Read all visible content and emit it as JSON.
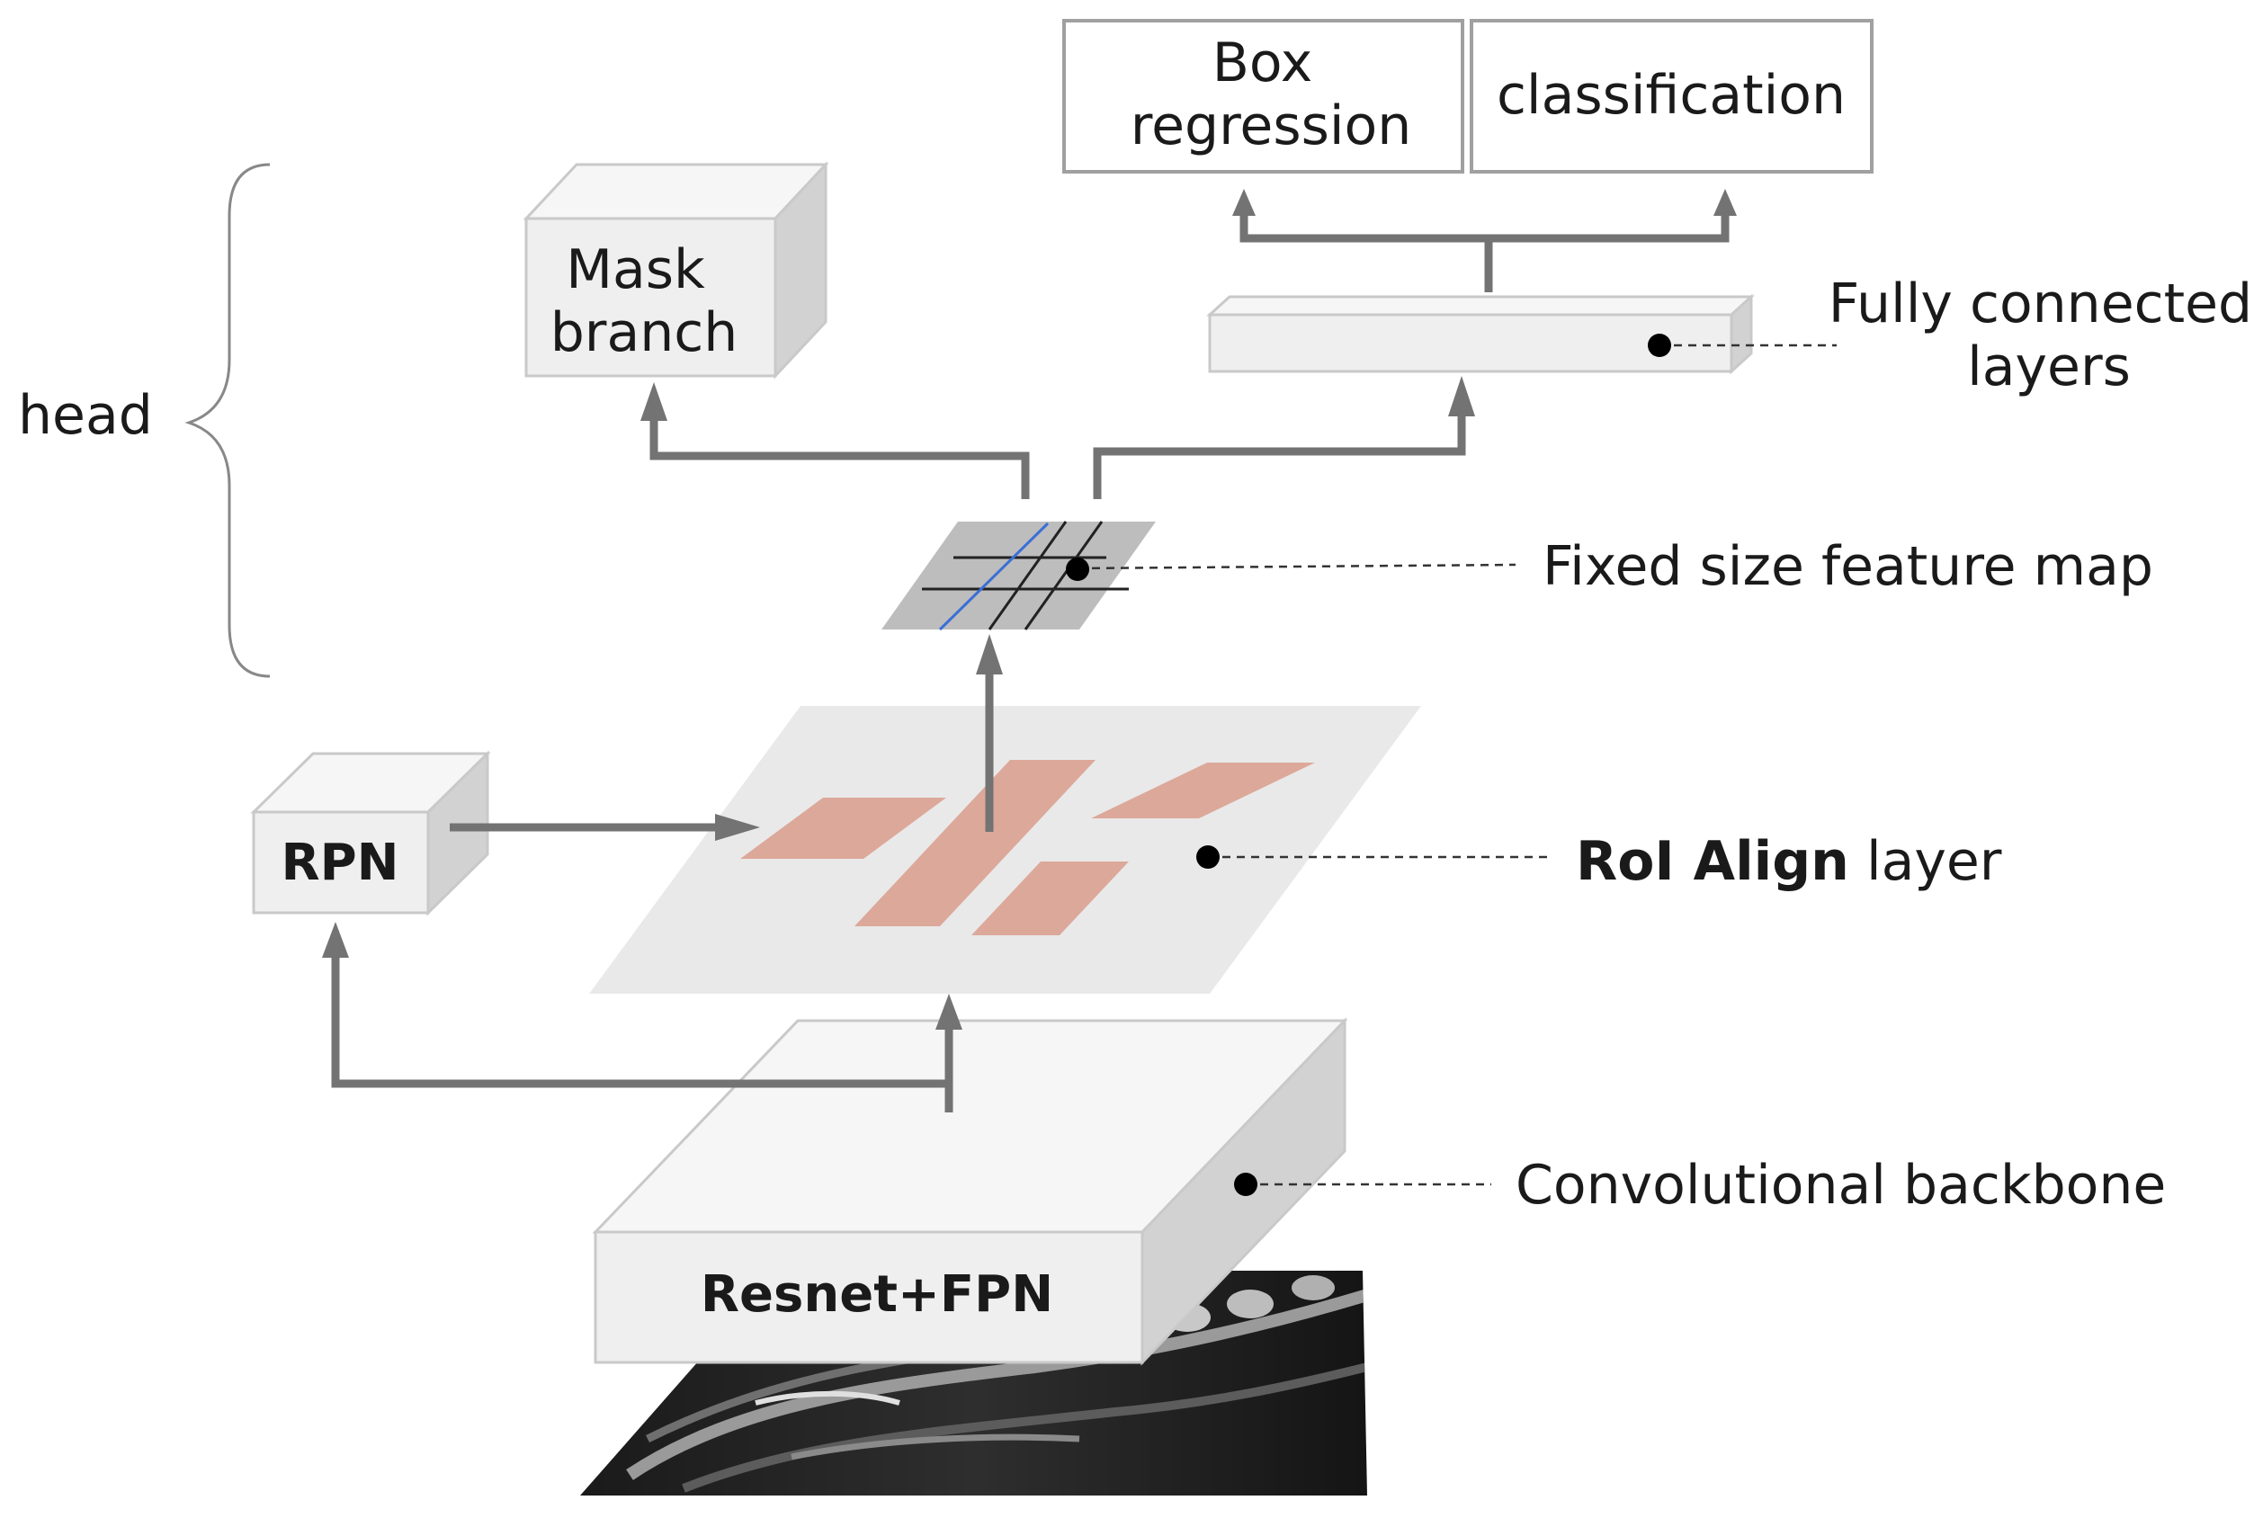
{
  "labels": {
    "head": "head",
    "mask_branch": [
      "Mask",
      "branch"
    ],
    "box_regression": [
      "Box",
      "regression"
    ],
    "classification": "classification",
    "fully_connected": [
      "Fully connected",
      "layers"
    ],
    "fixed_size_feature_map": "Fixed size feature map",
    "roi_align_bold": "RoI Align",
    "roi_align_rest": " layer",
    "rpn": "RPN",
    "backbone_caption": "Convolutional backbone",
    "backbone_box": "Resnet+FPN"
  },
  "colors": {
    "arrow": "#737373",
    "box_front": "#efefef",
    "box_side": "#d2d2d2",
    "box_top": "#f6f6f6",
    "box_stroke": "#c9c9c9",
    "output_box_stroke": "#a0a0a0",
    "roi_plane": "#e9e9e9",
    "roi_region": "#dca89a",
    "feature_map": "#bdbdbd",
    "feature_map_blue_line": "#3a6fd6"
  }
}
